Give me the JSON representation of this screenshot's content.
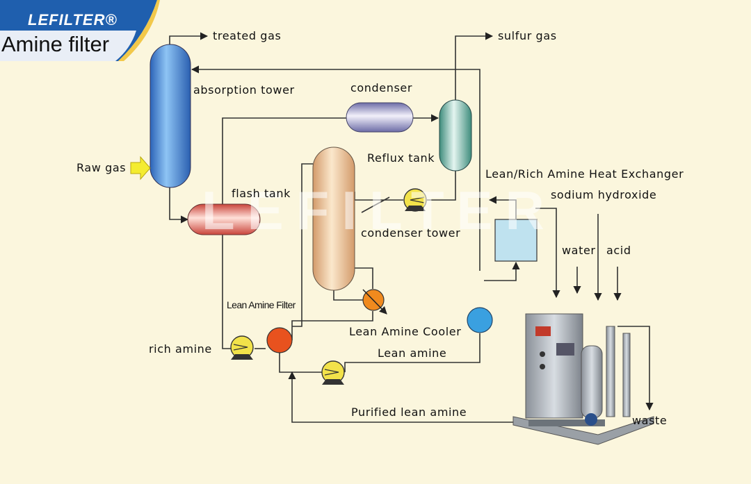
{
  "brand": {
    "logo": "LEFILTER®",
    "title": "Amine filter"
  },
  "watermark": "LEFILTER",
  "labels": {
    "treated_gas": "treated gas",
    "sulfur_gas": "sulfur gas",
    "absorption_tower": "absorption tower",
    "condenser": "condenser",
    "raw_gas": "Raw gas",
    "reflux_tank": "Reflux tank",
    "heat_exchanger": "Lean/Rich Amine Heat Exchanger",
    "flash_tank": "flash tank",
    "sodium_hydroxide": "sodium hydroxide",
    "condenser_tower": "condenser tower",
    "water": "water",
    "acid": "acid",
    "lean_amine_filter": "Lean Amine Filter",
    "lean_amine_cooler": "Lean Amine Cooler",
    "rich_amine": "rich amine",
    "lean_amine": "Lean amine",
    "purified_lean_amine": "Purified lean amine",
    "waste": "waste"
  },
  "colors": {
    "background": "#fbf6dd",
    "banner": "#1f5fae",
    "absorption_tower": "#3f7fd0",
    "flash_tank": "#d85a50",
    "condenser_tower": "#e2b68c",
    "condenser": "#8a8ab8",
    "reflux_tank": "#4a9a8a",
    "pump": "#f2e24a",
    "heat_exchanger_node": "#e8521e",
    "cooler": "#f08a1e",
    "blue_node": "#3aa0e0",
    "exchanger_box": "#bfe2ef"
  }
}
